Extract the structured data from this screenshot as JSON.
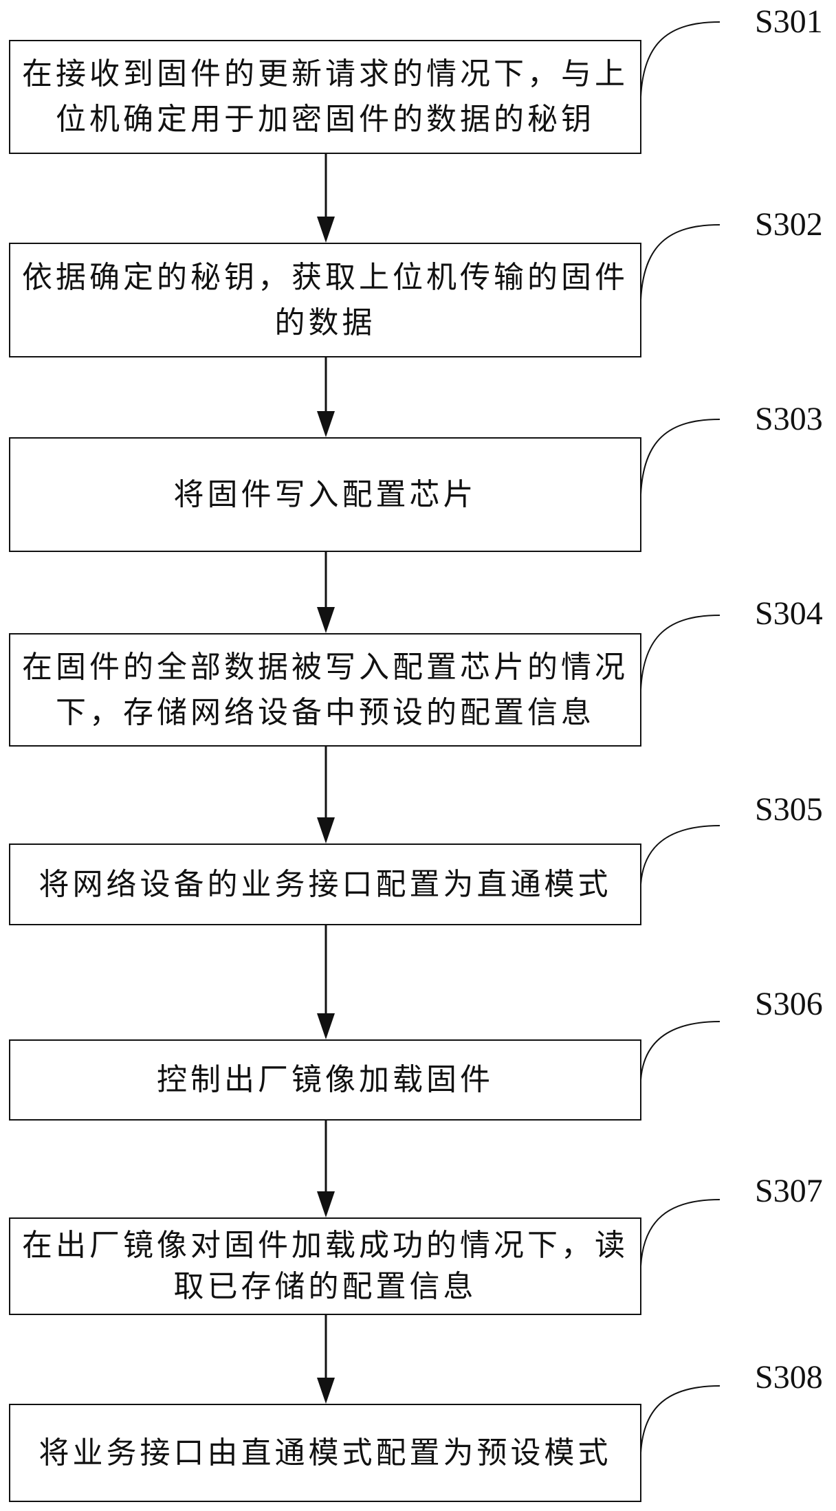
{
  "flowchart": {
    "colors": {
      "stroke": "#111111",
      "background": "#ffffff",
      "text": "#111111"
    },
    "steps": [
      {
        "id": "S301",
        "label": "S301",
        "lines": [
          "在接收到固件的更新请求的情况下，与上",
          "位机确定用于加密固件的数据的秘钥"
        ]
      },
      {
        "id": "S302",
        "label": "S302",
        "lines": [
          "依据确定的秘钥，获取上位机传输的固件",
          "的数据"
        ]
      },
      {
        "id": "S303",
        "label": "S303",
        "lines": [
          "将固件写入配置芯片"
        ]
      },
      {
        "id": "S304",
        "label": "S304",
        "lines": [
          "在固件的全部数据被写入配置芯片的情况",
          "下，存储网络设备中预设的配置信息"
        ]
      },
      {
        "id": "S305",
        "label": "S305",
        "lines": [
          "将网络设备的业务接口配置为直通模式"
        ]
      },
      {
        "id": "S306",
        "label": "S306",
        "lines": [
          "控制出厂镜像加载固件"
        ]
      },
      {
        "id": "S307",
        "label": "S307",
        "lines": [
          "在出厂镜像对固件加载成功的情况下，读",
          "取已存储的配置信息"
        ]
      },
      {
        "id": "S308",
        "label": "S308",
        "lines": [
          "将业务接口由直通模式配置为预设模式"
        ]
      }
    ],
    "edges": [
      {
        "from": "S301",
        "to": "S302"
      },
      {
        "from": "S302",
        "to": "S303"
      },
      {
        "from": "S303",
        "to": "S304"
      },
      {
        "from": "S304",
        "to": "S305"
      },
      {
        "from": "S305",
        "to": "S306"
      },
      {
        "from": "S306",
        "to": "S307"
      },
      {
        "from": "S307",
        "to": "S308"
      }
    ]
  }
}
